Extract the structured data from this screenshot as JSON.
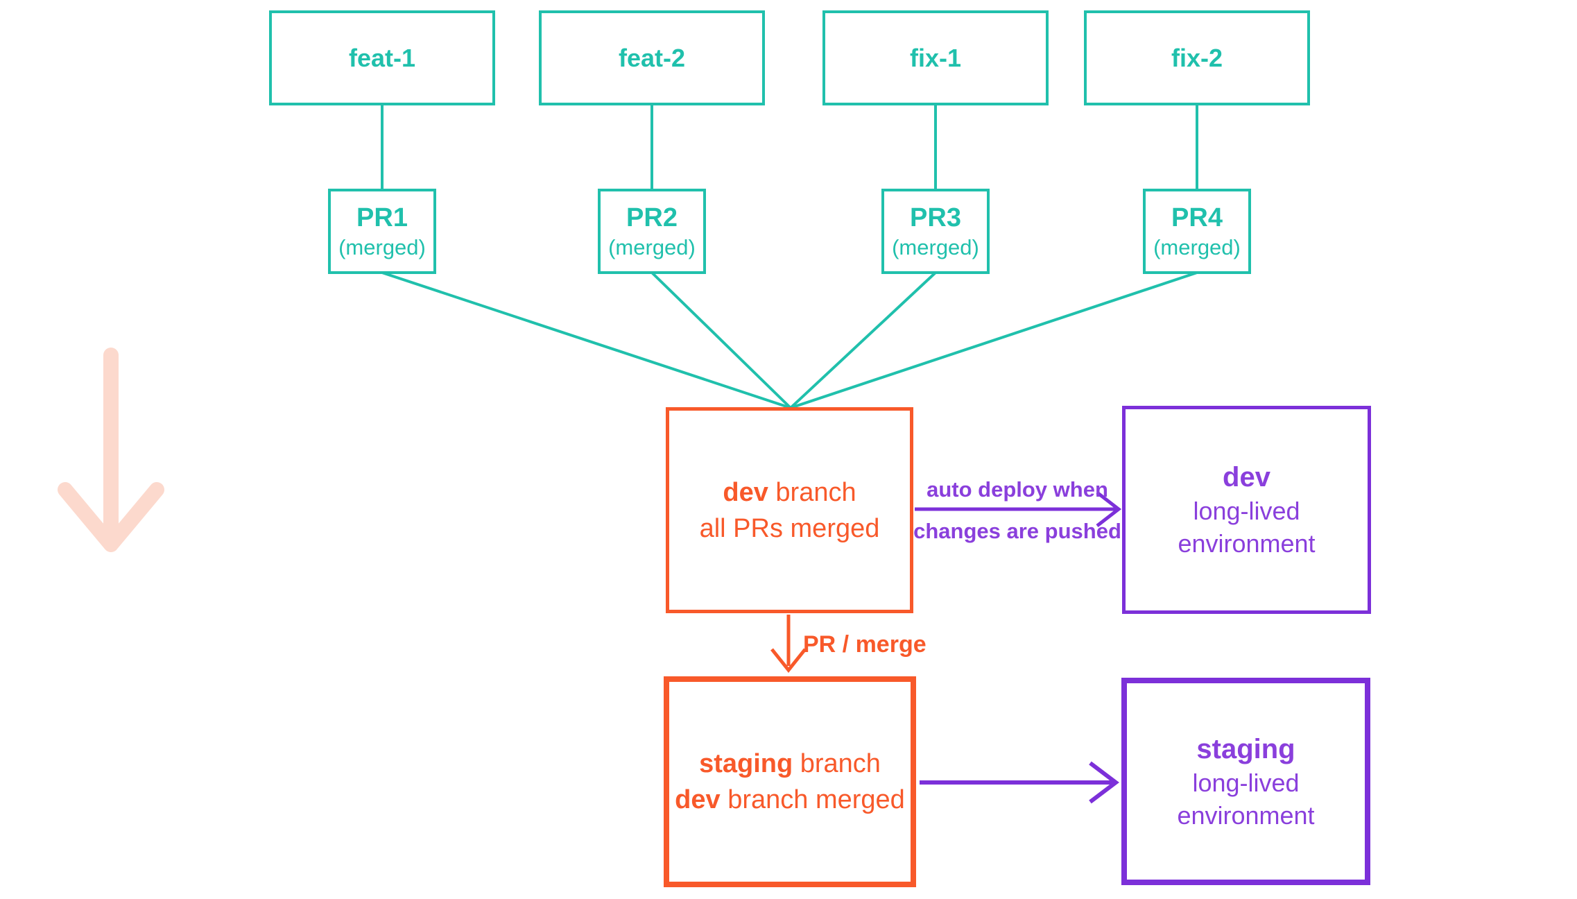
{
  "diagram": {
    "colors": {
      "teal": "#20c0ac",
      "orange": "#f8592a",
      "purple": "#7c30d9",
      "purple_text": "#8a3fdc",
      "pink_arrow": "#fcd9cd"
    },
    "feature_branches": [
      {
        "label": "feat-1"
      },
      {
        "label": "feat-2"
      },
      {
        "label": "fix-1"
      },
      {
        "label": "fix-2"
      }
    ],
    "pull_requests": [
      {
        "title": "PR1",
        "status": "(merged)"
      },
      {
        "title": "PR2",
        "status": "(merged)"
      },
      {
        "title": "PR3",
        "status": "(merged)"
      },
      {
        "title": "PR4",
        "status": "(merged)"
      }
    ],
    "dev_branch": {
      "title_bold": "dev",
      "title_rest": " branch",
      "subtitle": "all PRs merged"
    },
    "auto_deploy": {
      "line1": "auto deploy when",
      "line2": "changes are pushed"
    },
    "dev_environment": {
      "title": "dev",
      "line1": "long-lived",
      "line2": "environment"
    },
    "pr_merge_label": "PR / merge",
    "staging_branch": {
      "title_bold": "staging",
      "title_rest": " branch",
      "subtitle_bold": "dev",
      "subtitle_rest": " branch merged"
    },
    "staging_environment": {
      "title": "staging",
      "line1": "long-lived",
      "line2": "environment"
    }
  }
}
